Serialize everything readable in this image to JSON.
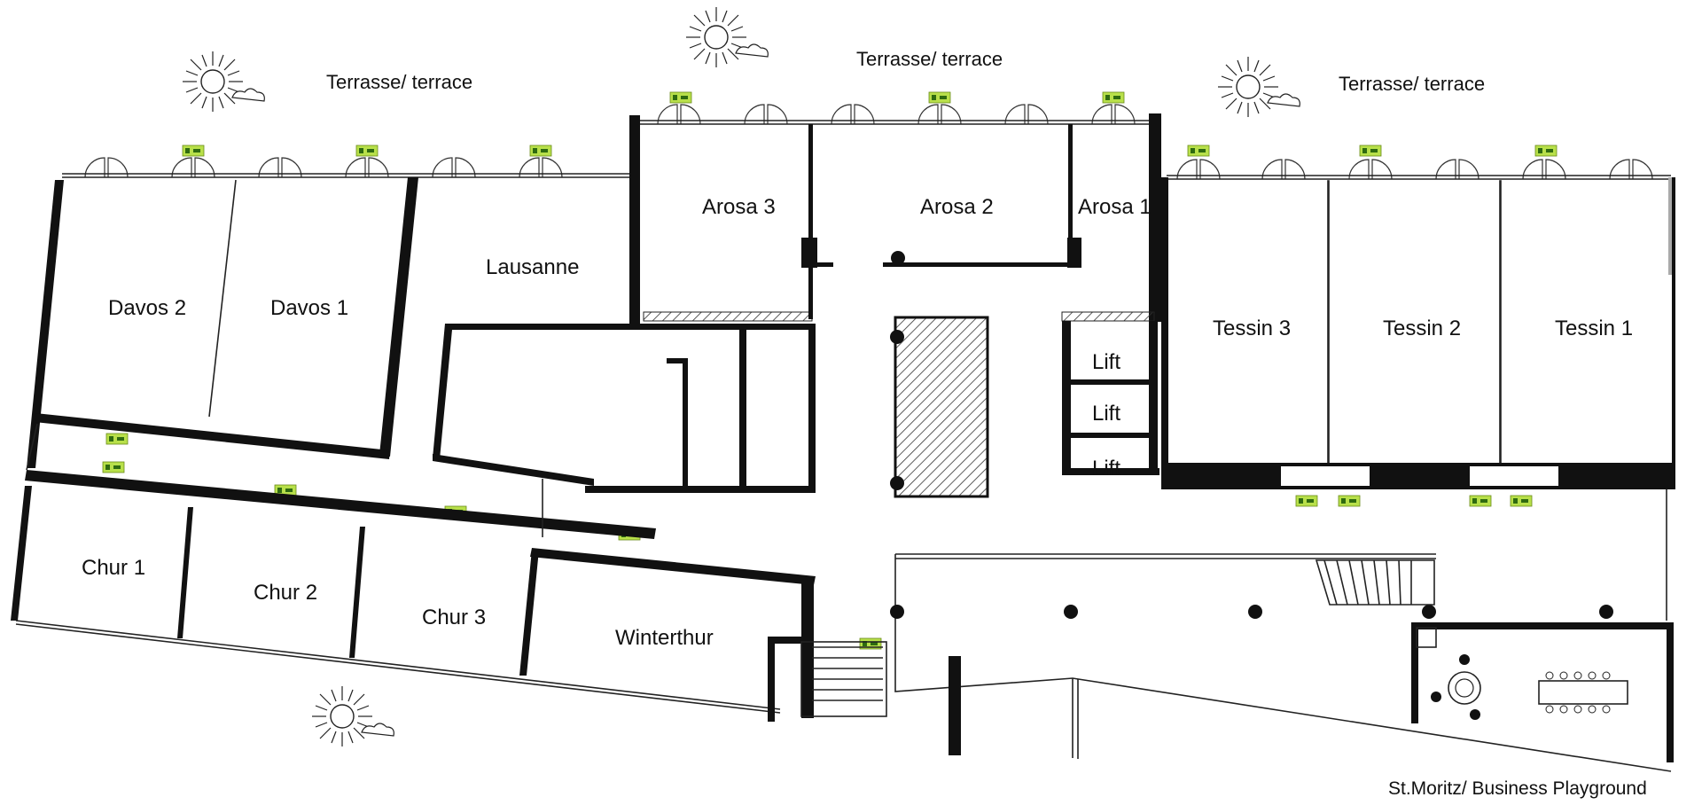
{
  "plan": {
    "terraces": [
      "Terrasse/ terrace",
      "Terrasse/ terrace",
      "Terrasse/ terrace"
    ],
    "rooms": {
      "davos2": "Davos 2",
      "davos1": "Davos 1",
      "lausanne": "Lausanne",
      "arosa3": "Arosa 3",
      "arosa2": "Arosa 2",
      "arosa1": "Arosa 1",
      "tessin3": "Tessin 3",
      "tessin2": "Tessin 2",
      "tessin1": "Tessin 1",
      "chur1": "Chur 1",
      "chur2": "Chur 2",
      "chur3": "Chur 3",
      "winterthur": "Winterthur"
    },
    "lifts": [
      "Lift",
      "Lift",
      "Lift"
    ],
    "caption": "St.Moritz/ Business Playground"
  },
  "colors": {
    "walls": "#111111",
    "exit_sign": "#b8e04a",
    "background": "#ffffff"
  }
}
